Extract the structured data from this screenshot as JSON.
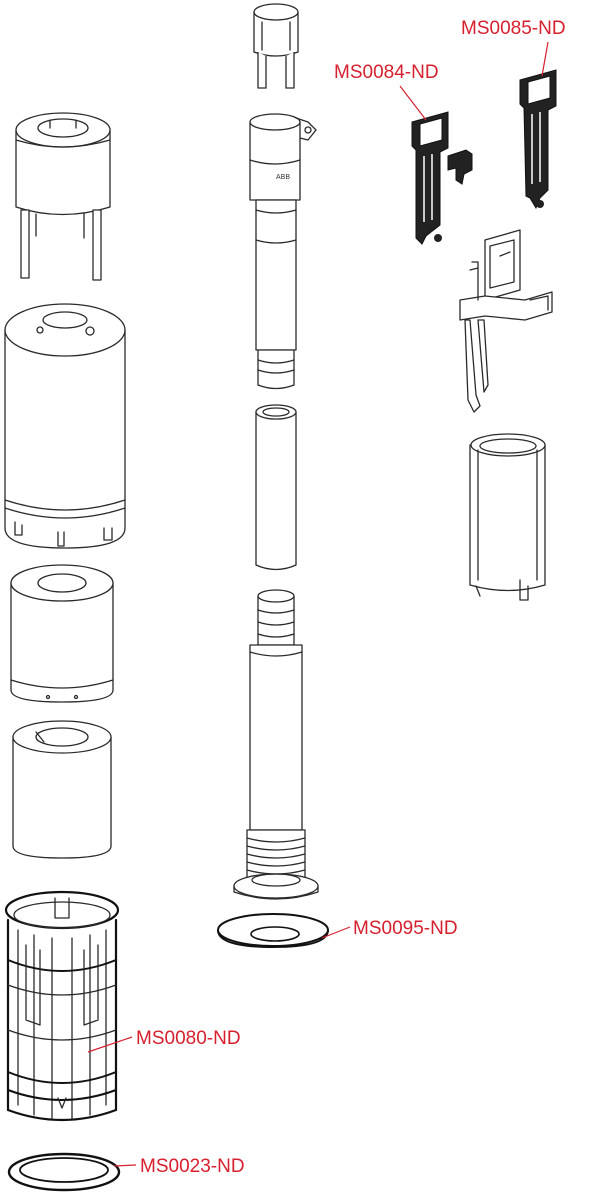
{
  "colors": {
    "label": "#d6202e",
    "outline": "#2a2a2a",
    "highlight": "#111111"
  },
  "stamp_text": "ABB",
  "labels": [
    {
      "id": "ms0085",
      "text": "MS0085-ND"
    },
    {
      "id": "ms0084",
      "text": "MS0084-ND"
    },
    {
      "id": "ms0095",
      "text": "MS0095-ND"
    },
    {
      "id": "ms0080",
      "text": "MS0080-ND"
    },
    {
      "id": "ms0023",
      "text": "MS0023-ND"
    }
  ]
}
